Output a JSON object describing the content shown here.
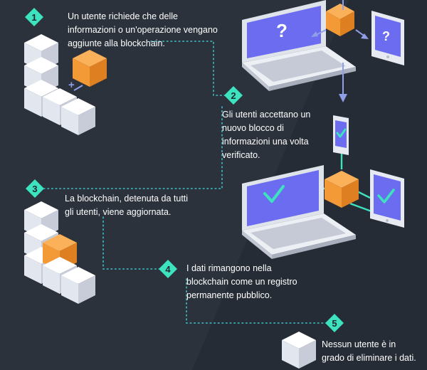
{
  "steps": [
    {
      "number": "1",
      "lines": [
        "Un utente richiede che delle",
        "informazioni o un'operazione vengano",
        "aggiunte alla blockchain."
      ]
    },
    {
      "number": "2",
      "lines": [
        "Gli utenti accettano un",
        "nuovo blocco di",
        "informazioni una volta",
        "verificato."
      ]
    },
    {
      "number": "3",
      "lines": [
        "La blockchain, detenuta da tutti",
        "gli utenti, viene aggiornata."
      ]
    },
    {
      "number": "4",
      "lines": [
        "I dati rimangono nella",
        "blockchain come un registro",
        "permanente pubblico."
      ]
    },
    {
      "number": "5",
      "lines": [
        "Nessun utente è in",
        "grado di eliminare i dati."
      ]
    }
  ],
  "symbols": {
    "question": "?",
    "plus": "+"
  },
  "colors": {
    "background": "#2b323c",
    "background_band": "#262c35",
    "accent": "#3de2be",
    "dotted_line": "#3fc0c6",
    "orange_block": "#f39a36",
    "screen": "#6b6cf0",
    "arrow": "#8f9ee8",
    "text": "#ffffff"
  }
}
